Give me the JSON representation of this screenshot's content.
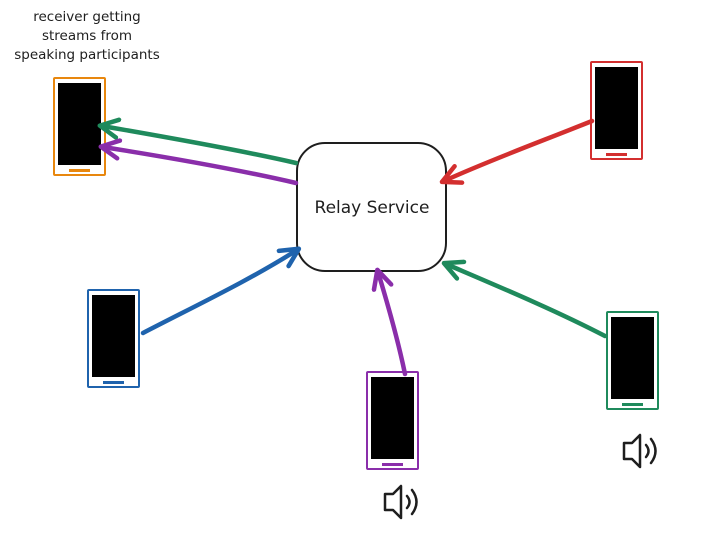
{
  "caption": {
    "lines": [
      "receiver getting",
      "streams from",
      "speaking participants"
    ]
  },
  "relay": {
    "label": "Relay Service",
    "stroke": "#1e1e1e"
  },
  "phones": [
    {
      "id": "receiver",
      "role": "receiver",
      "color": "#e8870e",
      "screen": "#000000"
    },
    {
      "id": "red",
      "role": "sender",
      "color": "#d32f2f",
      "screen": "#000000"
    },
    {
      "id": "blue",
      "role": "sender",
      "color": "#1f63ad",
      "screen": "#000000"
    },
    {
      "id": "purple",
      "role": "sender",
      "speaking": true,
      "color": "#8a2eaa",
      "screen": "#000000"
    },
    {
      "id": "green",
      "role": "sender",
      "speaking": true,
      "color": "#1f8a5c",
      "screen": "#000000"
    }
  ],
  "icons": {
    "speaker": "speaker-sound-icon"
  }
}
